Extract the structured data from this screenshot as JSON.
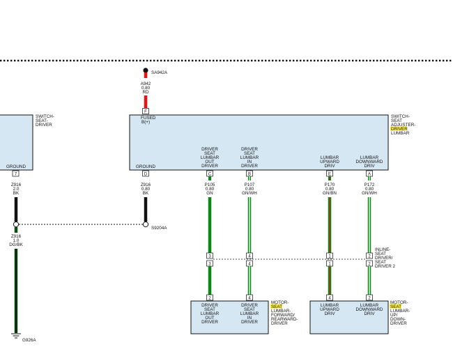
{
  "colors": {
    "module_fill": "#d6e7f4",
    "green": "#0a8a14",
    "red": "#ee1111",
    "black": "#111111",
    "dark_green": "#0b4f12",
    "white_stripe": "#ffffff",
    "highlight": "#ffee3a"
  },
  "splice_top": "SA942A",
  "wire_a942": {
    "circuit": "A942",
    "gauge": "0.80",
    "color": "RD"
  },
  "left_module": {
    "name": [
      "SWITCH-",
      "SEAT-",
      "DRIVER"
    ],
    "ground_label": "GROUND",
    "pin": "7"
  },
  "main_module": {
    "name_lines": [
      "SWITCH-",
      "SEAT",
      "ADJUSTER-",
      "DRIVER",
      "LUMBAR"
    ],
    "highlight_word": "DRIVER",
    "fused_label": [
      "FUSED",
      "B(+)"
    ],
    "fused_pin": "F",
    "ground_label": "GROUND",
    "ground_pin": "D",
    "pin_labels": [
      [
        "DRIVER",
        "SEAT",
        "LUMBAR",
        "OUT",
        "DRIVER"
      ],
      [
        "DRIVER",
        "SEAT",
        "LUMBAR",
        "IN",
        "DRIVER"
      ],
      [
        "LUMBAR",
        "UPWARD",
        "DRIV"
      ],
      [
        "LUMBAR",
        "DOWNWARD",
        "DRIV"
      ]
    ],
    "pins": [
      "C",
      "B",
      "E",
      "A"
    ]
  },
  "wire_z916_left": {
    "circuit": "Z916",
    "gauge": "2.0",
    "color": "BK"
  },
  "wire_z916_mid": {
    "circuit": "Z916",
    "gauge": "0.80",
    "color": "BK"
  },
  "wire_z916_lower": {
    "circuit": "Z916",
    "gauge": "1.0",
    "color": "DG/BK"
  },
  "splice_mid": "S9204A",
  "ground_point": "G926A",
  "wires": [
    {
      "circuit": "P105",
      "gauge": "0.80",
      "color": "GN"
    },
    {
      "circuit": "P107",
      "gauge": "0.80",
      "color": "GN/WH"
    },
    {
      "circuit": "P170",
      "gauge": "0.80",
      "color": "GN/BN"
    },
    {
      "circuit": "P172",
      "gauge": "0.80",
      "color": "GN/WH"
    }
  ],
  "inline_connector": {
    "label": [
      "INLINE-",
      "SEAT",
      "DRIVER/",
      "SEAT",
      "DRIVER 2"
    ],
    "upper_pins": [
      "3",
      "4",
      "1",
      "2"
    ],
    "lower_pins": [
      "3",
      "4",
      "1",
      "2"
    ]
  },
  "motor_fr": {
    "label_lines": [
      "MOTOR-",
      "SEAT",
      "LUMBAR-",
      "FORWARD/",
      "REARWARD-",
      "DRIVER"
    ],
    "highlight_word": "SEAT",
    "pins": [
      "2",
      "4"
    ],
    "pin_labels": [
      [
        "DRIVER",
        "SEAT",
        "LUMBAR",
        "OUT",
        "DRIVER"
      ],
      [
        "DRIVER",
        "SEAT",
        "LUMBAR",
        "IN",
        "DRIVER"
      ]
    ]
  },
  "motor_ud": {
    "label_lines": [
      "MOTOR-",
      "SEAT",
      "LUMBAR-",
      "UP/",
      "DOWN-",
      "DRIVER"
    ],
    "highlight_word": "SEAT",
    "pins": [
      "4",
      "2"
    ],
    "pin_labels": [
      [
        "LUMBAR",
        "UPWARD",
        "DRIV"
      ],
      [
        "LUMBAR",
        "DOWNWARD",
        "DRIV"
      ]
    ]
  }
}
